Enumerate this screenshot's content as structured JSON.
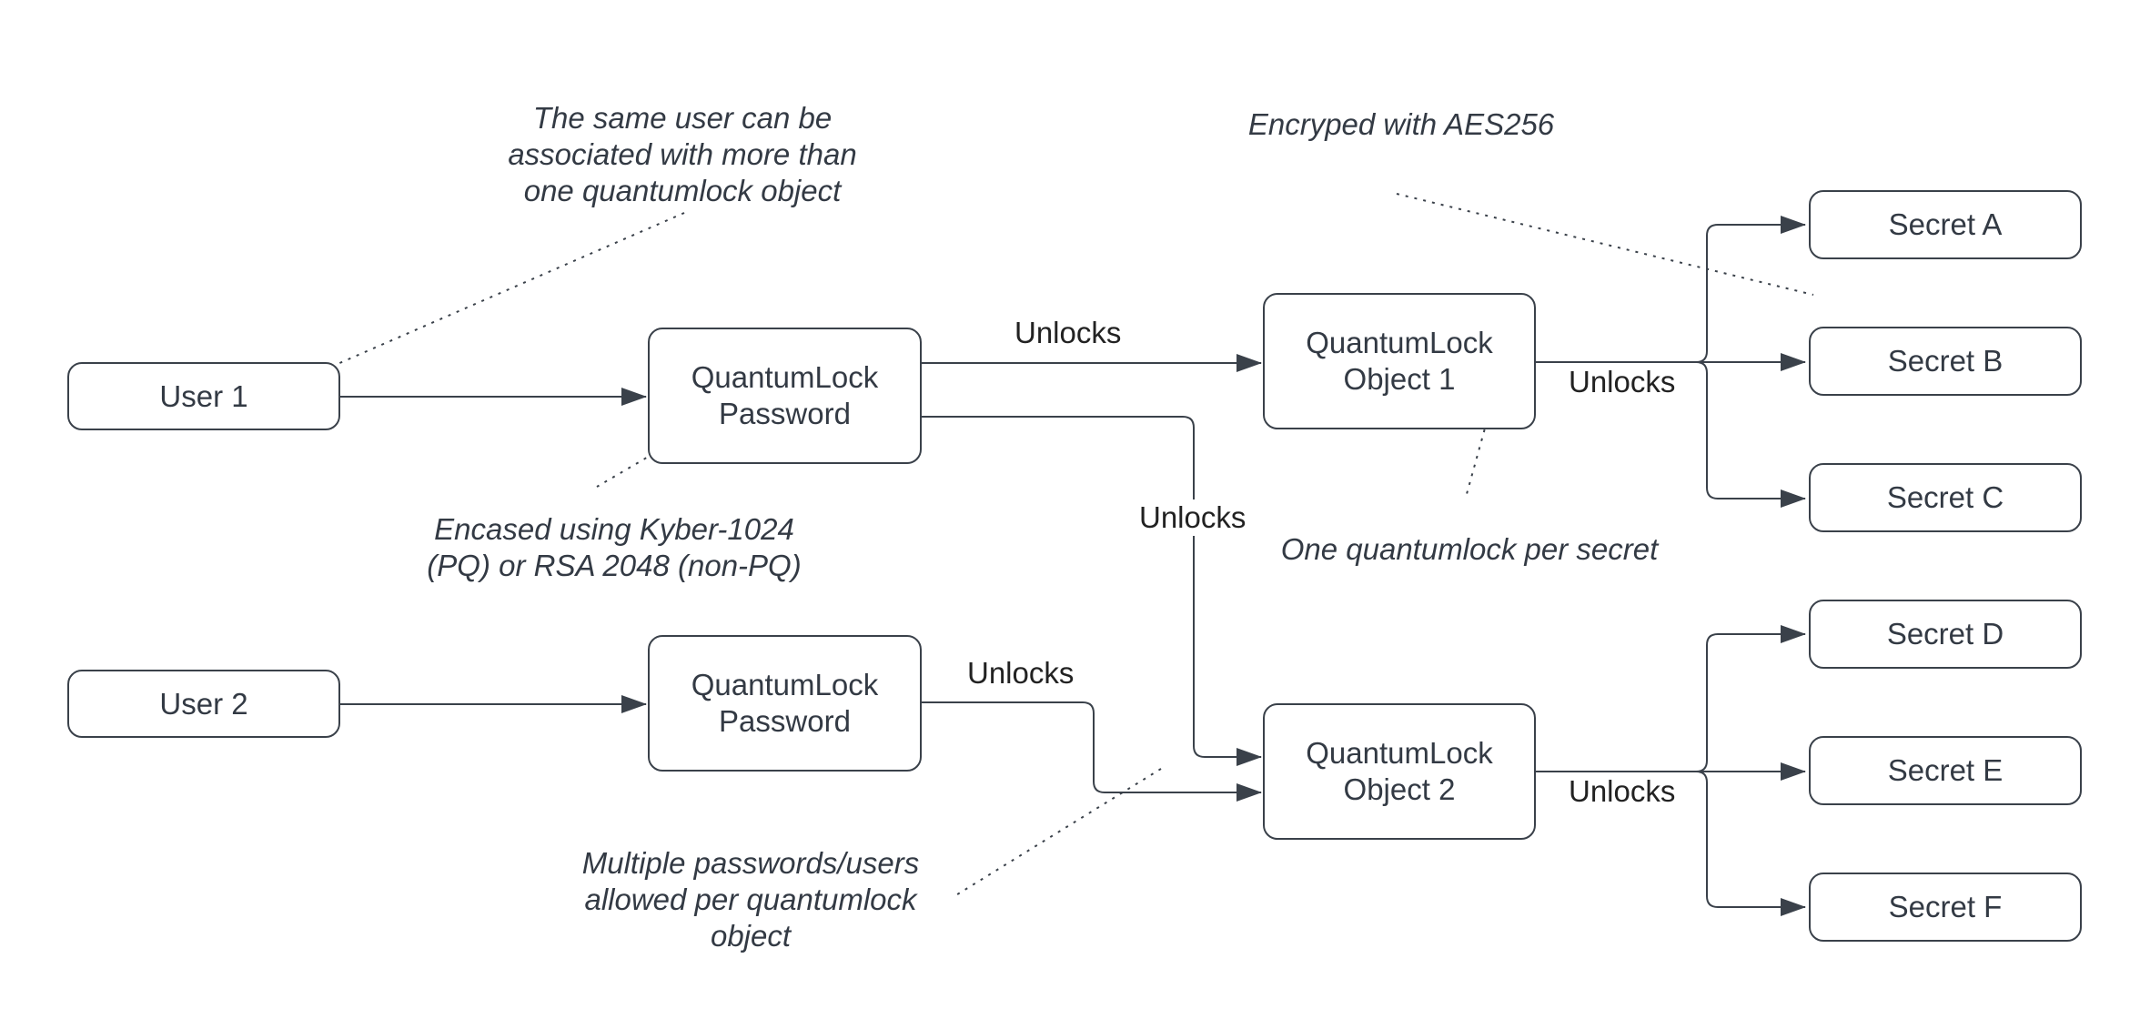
{
  "colors": {
    "line": "#3a414a",
    "text": "#333a44",
    "background": "#ffffff"
  },
  "nodes": {
    "user1": "User 1",
    "user2": "User 2",
    "password1": "QuantumLock\nPassword",
    "password2": "QuantumLock\nPassword",
    "object1": "QuantumLock\nObject 1",
    "object2": "QuantumLock\nObject 2",
    "secret_a": "Secret A",
    "secret_b": "Secret B",
    "secret_c": "Secret C",
    "secret_d": "Secret D",
    "secret_e": "Secret E",
    "secret_f": "Secret F"
  },
  "edge_labels": {
    "password1_to_object1": "Unlocks",
    "password1_to_object2": "Unlocks",
    "password2_to_object2": "Unlocks",
    "object1_to_secrets": "Unlocks",
    "object2_to_secrets": "Unlocks"
  },
  "notes": {
    "same_user": "The same user can be\nassociated with more than\none quantumlock object",
    "encryption": "Encryped with AES256",
    "encasing": "Encased using Kyber-1024\n(PQ) or RSA 2048 (non-PQ)",
    "per_secret": "One quantumlock per secret",
    "multiple_passwords": "Multiple passwords/users\nallowed per quantumlock\nobject"
  }
}
